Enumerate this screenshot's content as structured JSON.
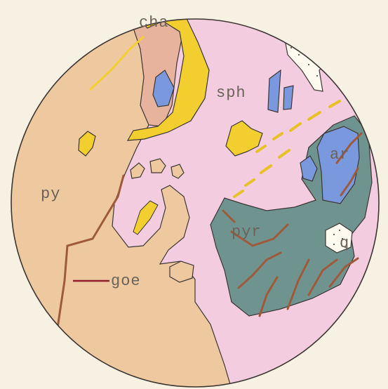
{
  "diagram": {
    "labels": {
      "cha": "cha",
      "sph": "sph",
      "py": "py",
      "goe": "goe",
      "pyr": "pyr",
      "ar": "ar",
      "q": "q"
    },
    "colors": {
      "paper": "#f7f1e3",
      "pyrite": "#eec9a0",
      "sphalerite": "#f4cce0",
      "chalcopyrite": "#f2cf2f",
      "pyrrhotite_rim": "#e7b39c",
      "pyrrhotite": "#6f9490",
      "arsenopyrite": "#7a98de",
      "goethite": "#9e5a3a",
      "goe_leader": "#8c1d2a",
      "quartz": "#fffaf0",
      "outline": "#3c3632"
    }
  }
}
